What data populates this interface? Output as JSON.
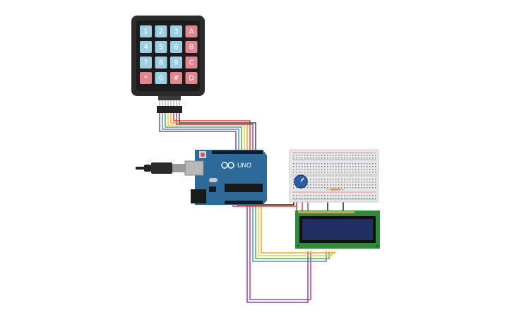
{
  "keypad": {
    "rows": [
      [
        {
          "label": "1",
          "kind": "num"
        },
        {
          "label": "2",
          "kind": "num"
        },
        {
          "label": "3",
          "kind": "num"
        },
        {
          "label": "A",
          "kind": "letter"
        }
      ],
      [
        {
          "label": "4",
          "kind": "num"
        },
        {
          "label": "5",
          "kind": "num"
        },
        {
          "label": "6",
          "kind": "num"
        },
        {
          "label": "B",
          "kind": "letter"
        }
      ],
      [
        {
          "label": "7",
          "kind": "num"
        },
        {
          "label": "8",
          "kind": "num"
        },
        {
          "label": "9",
          "kind": "num"
        },
        {
          "label": "C",
          "kind": "letter"
        }
      ],
      [
        {
          "label": "*",
          "kind": "letter"
        },
        {
          "label": "0",
          "kind": "num"
        },
        {
          "label": "#",
          "kind": "letter"
        },
        {
          "label": "D",
          "kind": "letter"
        }
      ]
    ]
  },
  "arduino": {
    "model_label": "UNO"
  },
  "colors": {
    "num_key": "#9ccfe3",
    "letter_key": "#e3848e",
    "keypad_frame": "#2b2b2b",
    "arduino_board": "#2d6a99",
    "breadboard": "#e6e6e6",
    "lcd_board": "#2e8b3a",
    "lcd_screen": "#1f2e63",
    "wire_red": "#e8413a",
    "wire_orange": "#f5a623",
    "wire_yellow": "#f2d024",
    "wire_green": "#4caf50",
    "wire_blue": "#4a90d9",
    "wire_purple": "#7b4fa0",
    "wire_magenta": "#c0398c"
  }
}
